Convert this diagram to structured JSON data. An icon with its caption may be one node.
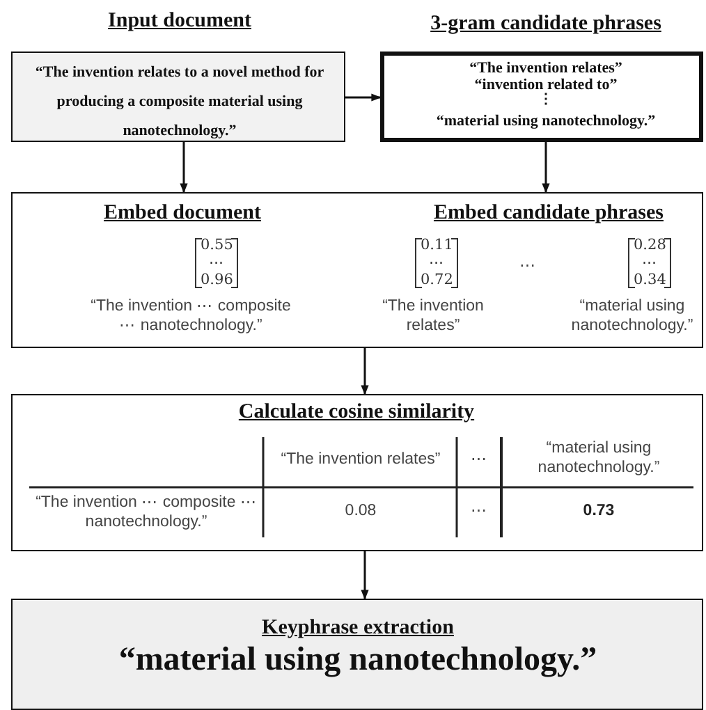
{
  "diagram": {
    "nodes": [
      {
        "text": [
          "Input document",
          "“The invention relates to a novel method for producing a composite material using nanotechnology.”"
        ]
      },
      {
        "text": [
          "3-gram candidate phrases",
          "“The invention relates”",
          "“invention related to”",
          "⋮",
          "“material using nanotechnology.”"
        ]
      },
      {
        "text": [
          "Embed document",
          "Embed candidate phrases",
          "0.55",
          "⋯",
          "0.96",
          "“The invention ⋯ composite ⋯ nanotechnology.”",
          "0.11",
          "⋯",
          "0.72",
          "⋯",
          "0.28",
          "⋯",
          "0.34",
          "“The invention relates”",
          "“material using nanotechnology.”"
        ]
      },
      {
        "text": [
          "Calculate cosine similarity",
          "“The invention relates”",
          "⋯",
          "“material using nanotechnology.”",
          "“The invention ⋯ composite ⋯ nanotechnology.”",
          "0.08",
          "⋯",
          "0.73"
        ]
      },
      {
        "text": [
          "Keyphrase extraction",
          "“material using nanotechnology.”"
        ]
      }
    ],
    "edges": [
      {
        "from": 0,
        "to": 1,
        "arrow": "to"
      },
      {
        "from": 0,
        "to": 2,
        "arrow": "to"
      },
      {
        "from": 1,
        "to": 2,
        "arrow": "to"
      },
      {
        "from": 2,
        "to": 3,
        "arrow": "to"
      },
      {
        "from": 3,
        "to": 4,
        "arrow": "to"
      }
    ]
  }
}
